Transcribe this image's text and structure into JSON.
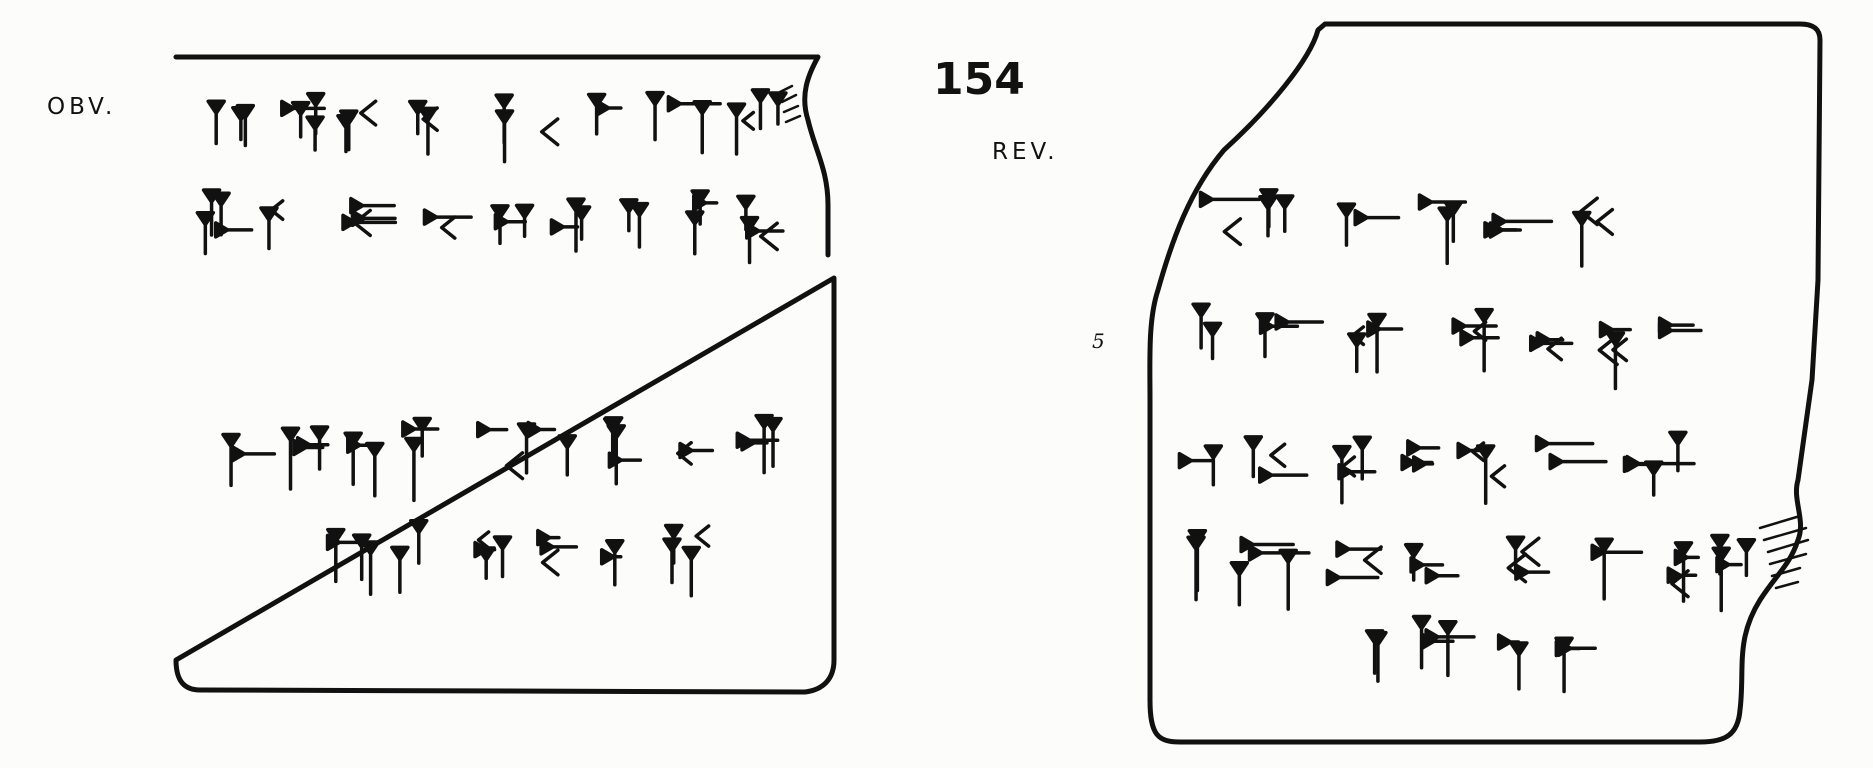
{
  "plate": {
    "number": "154",
    "obverse_label": "OBV.",
    "reverse_label": "REV.",
    "reverse_line_number": "5"
  },
  "colors": {
    "ink": "#111111",
    "paper": "#fcfcfa"
  }
}
